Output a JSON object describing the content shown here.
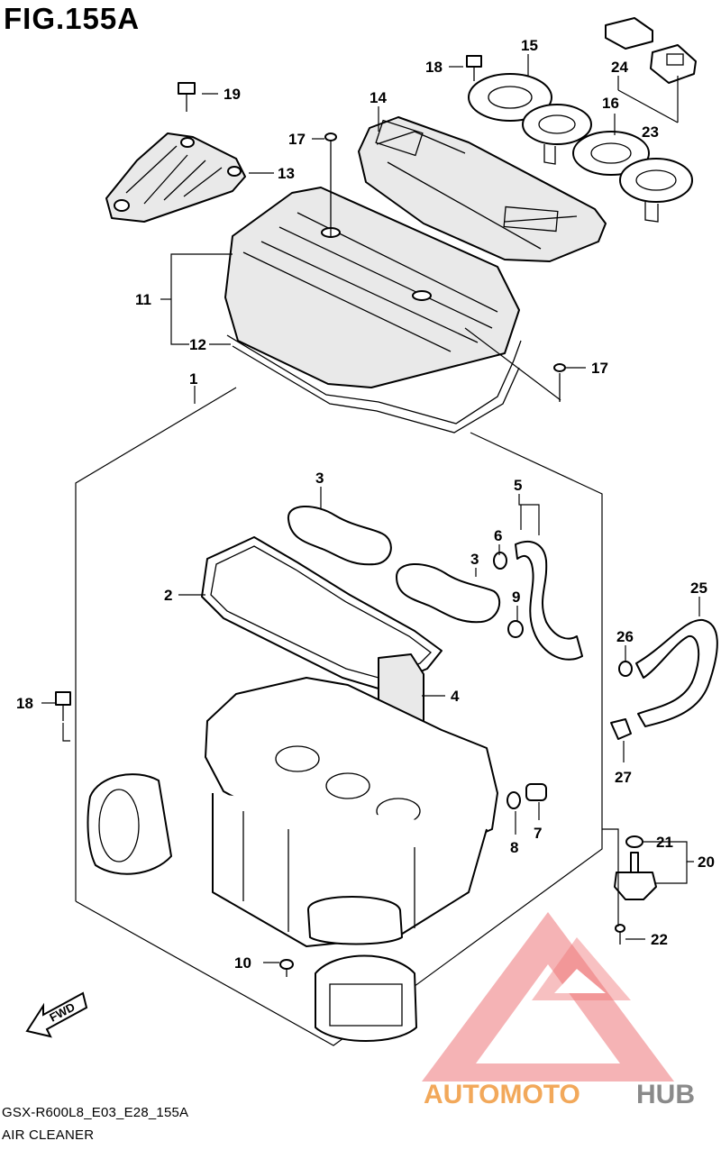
{
  "figure_title": "FIG.155A",
  "caption_code": "GSX-R600L8_E03_E28_155A",
  "caption_name": "AIR CLEANER",
  "fwd_label": "FWD",
  "watermark": {
    "part1": "AUTOMOTO",
    "part2": "HUB",
    "color1": "#f2a85a",
    "color2": "#8a8a8a",
    "triangle_color": "#e8474a"
  },
  "callouts": {
    "c1": "1",
    "c2": "2",
    "c3a": "3",
    "c3b": "3",
    "c4": "4",
    "c5": "5",
    "c6": "6",
    "c7": "7",
    "c8": "8",
    "c9": "9",
    "c10": "10",
    "c11": "11",
    "c12": "12",
    "c13": "13",
    "c14": "14",
    "c15": "15",
    "c16": "16",
    "c17a": "17",
    "c17b": "17",
    "c18a": "18",
    "c18b": "18",
    "c19": "19",
    "c20": "20",
    "c21": "21",
    "c22": "22",
    "c23": "23",
    "c24": "24",
    "c25": "25",
    "c26": "26",
    "c27": "27"
  }
}
